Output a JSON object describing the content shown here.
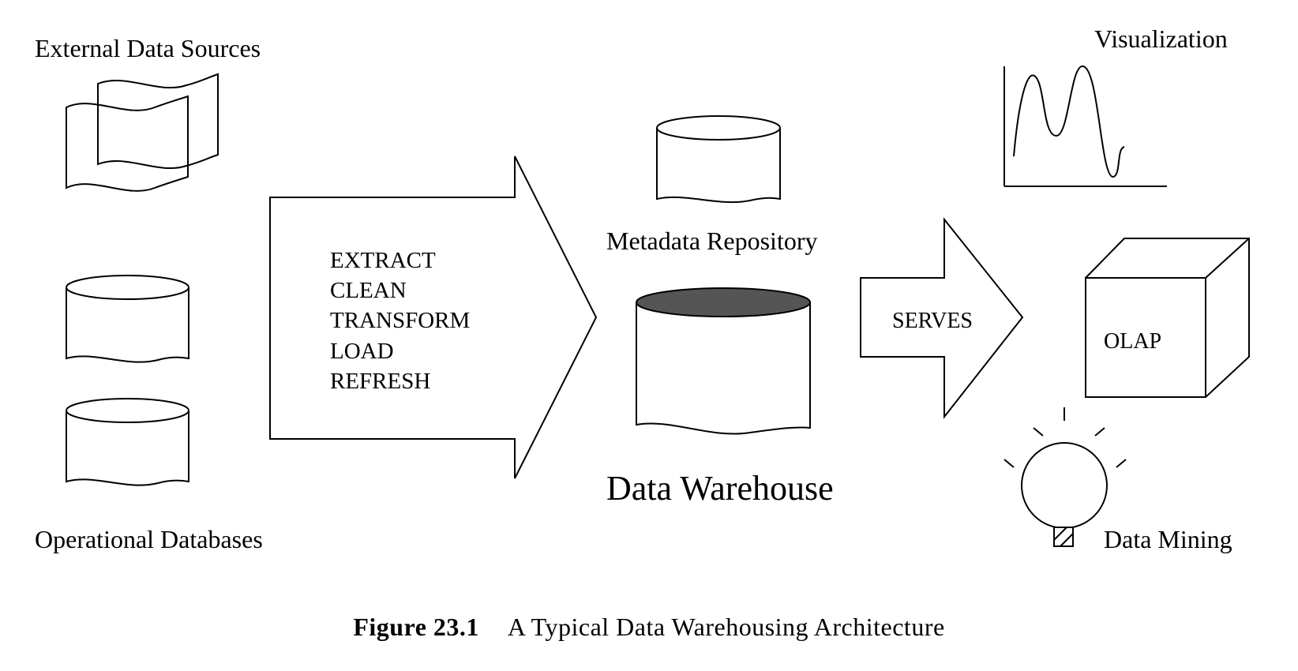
{
  "labels": {
    "external_sources": "External Data Sources",
    "operational_db": "Operational Databases",
    "metadata_repo": "Metadata Repository",
    "data_warehouse": "Data Warehouse",
    "visualization": "Visualization",
    "olap": "OLAP",
    "data_mining": "Data Mining",
    "serves": "SERVES"
  },
  "etl_steps": [
    "EXTRACT",
    "CLEAN",
    "TRANSFORM",
    "LOAD",
    "REFRESH"
  ],
  "caption": {
    "number": "Figure 23.1",
    "text": "A Typical Data Warehousing Architecture"
  },
  "colors": {
    "stroke": "#000000",
    "warehouse_top": "#555555",
    "background": "#ffffff"
  }
}
